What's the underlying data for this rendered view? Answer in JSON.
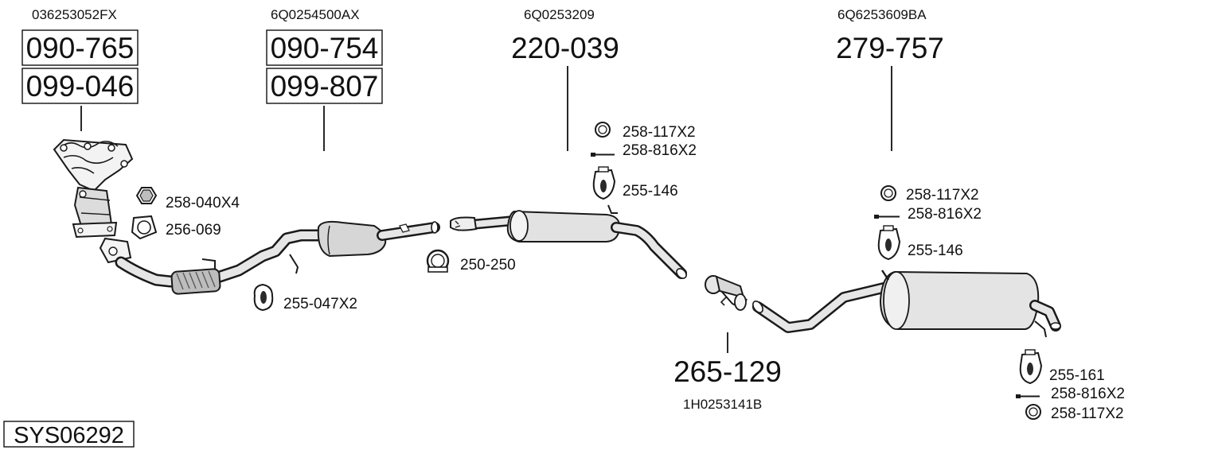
{
  "diagram": {
    "system_code": "SYS06292",
    "oem_refs": {
      "manifold": "036253052FX",
      "front_pipe": "6Q0254500AX",
      "middle_silencer": "6Q0253209",
      "rear_silencer": "6Q6253609BA",
      "connector": "1H0253141B"
    },
    "parts": {
      "manifold_a": "090-765",
      "manifold_b": "099-046",
      "front_pipe_a": "090-754",
      "front_pipe_b": "099-807",
      "middle_silencer": "220-039",
      "rear_silencer": "279-757",
      "connector": "265-129"
    },
    "fittings": {
      "nut": "258-040X4",
      "gasket": "256-069",
      "hanger_front": "255-047X2",
      "clamp": "250-250",
      "ring_mid": "258-117X2",
      "bolt_mid": "258-816X2",
      "hanger_mid": "255-146",
      "ring_rear": "258-117X2",
      "bolt_rear": "258-816X2",
      "hanger_rear": "255-146",
      "hanger_tail": "255-161",
      "bolt_tail": "258-816X2",
      "ring_tail": "258-117X2"
    }
  }
}
